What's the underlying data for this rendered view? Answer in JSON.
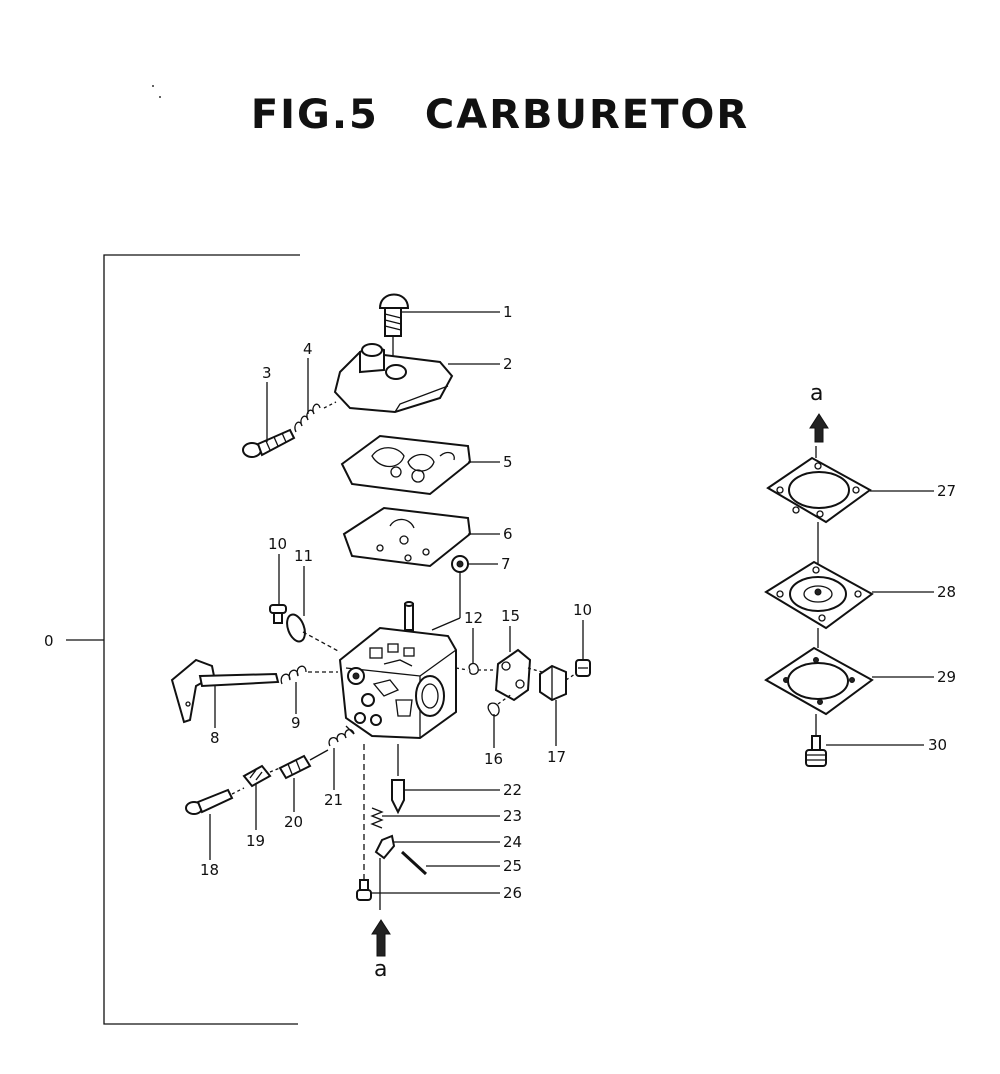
{
  "title": {
    "fig": "FIG.5",
    "name": "CARBURETOR"
  },
  "bracket_label": "0",
  "arrow_label": "a",
  "callouts": [
    {
      "n": "1",
      "text": "1"
    },
    {
      "n": "2",
      "text": "2"
    },
    {
      "n": "3",
      "text": "3"
    },
    {
      "n": "4",
      "text": "4"
    },
    {
      "n": "5",
      "text": "5"
    },
    {
      "n": "6",
      "text": "6"
    },
    {
      "n": "7",
      "text": "7"
    },
    {
      "n": "8",
      "text": "8"
    },
    {
      "n": "9",
      "text": "9"
    },
    {
      "n": "10",
      "text": "10"
    },
    {
      "n": "10b",
      "text": "10"
    },
    {
      "n": "11",
      "text": "11"
    },
    {
      "n": "12",
      "text": "12"
    },
    {
      "n": "15",
      "text": "15"
    },
    {
      "n": "16",
      "text": "16"
    },
    {
      "n": "17",
      "text": "17"
    },
    {
      "n": "18",
      "text": "18"
    },
    {
      "n": "19",
      "text": "19"
    },
    {
      "n": "20",
      "text": "20"
    },
    {
      "n": "21",
      "text": "21"
    },
    {
      "n": "22",
      "text": "22"
    },
    {
      "n": "23",
      "text": "23"
    },
    {
      "n": "24",
      "text": "24"
    },
    {
      "n": "25",
      "text": "25"
    },
    {
      "n": "26",
      "text": "26"
    },
    {
      "n": "27",
      "text": "27"
    },
    {
      "n": "28",
      "text": "28"
    },
    {
      "n": "29",
      "text": "29"
    },
    {
      "n": "30",
      "text": "30"
    }
  ]
}
